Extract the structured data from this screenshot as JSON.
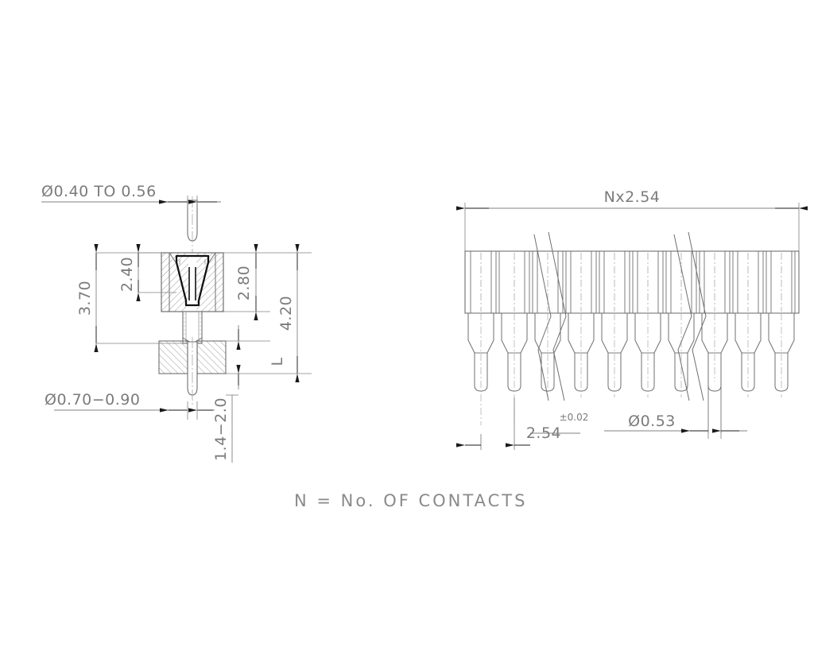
{
  "drawing": {
    "title": "Connector cross-section and pin-row technical drawing",
    "background_color": "#ffffff",
    "line_color": "#6f6f6f",
    "dim_line_color": "#808080",
    "text_color": "#7b7b7b",
    "hatch_color": "#8c8c8c",
    "accent_color": "#000000",
    "sheet_width": 1024,
    "sheet_height": 819
  },
  "left_view": {
    "name": "cross-section-view",
    "dimensions": {
      "top_pin_diameter": "Ø0.40  TO  0.56",
      "overall_upper": "3.70",
      "inner_contact": "2.40",
      "body_height": "2.80",
      "total_height": "4.20",
      "board_thickness_symbol": "L",
      "tail_diameter": "Ø0.70−0.90",
      "tail_length": "1.4−2.0"
    }
  },
  "right_view": {
    "name": "pin-row-view",
    "dimensions": {
      "overall_length": "Nx2.54",
      "pitch": "2.54",
      "pitch_tolerance": "±0.02",
      "pin_diameter": "Ø0.53"
    },
    "contacts_shown": 10
  },
  "note": {
    "text": "N  =  No.  OF  CONTACTS"
  }
}
